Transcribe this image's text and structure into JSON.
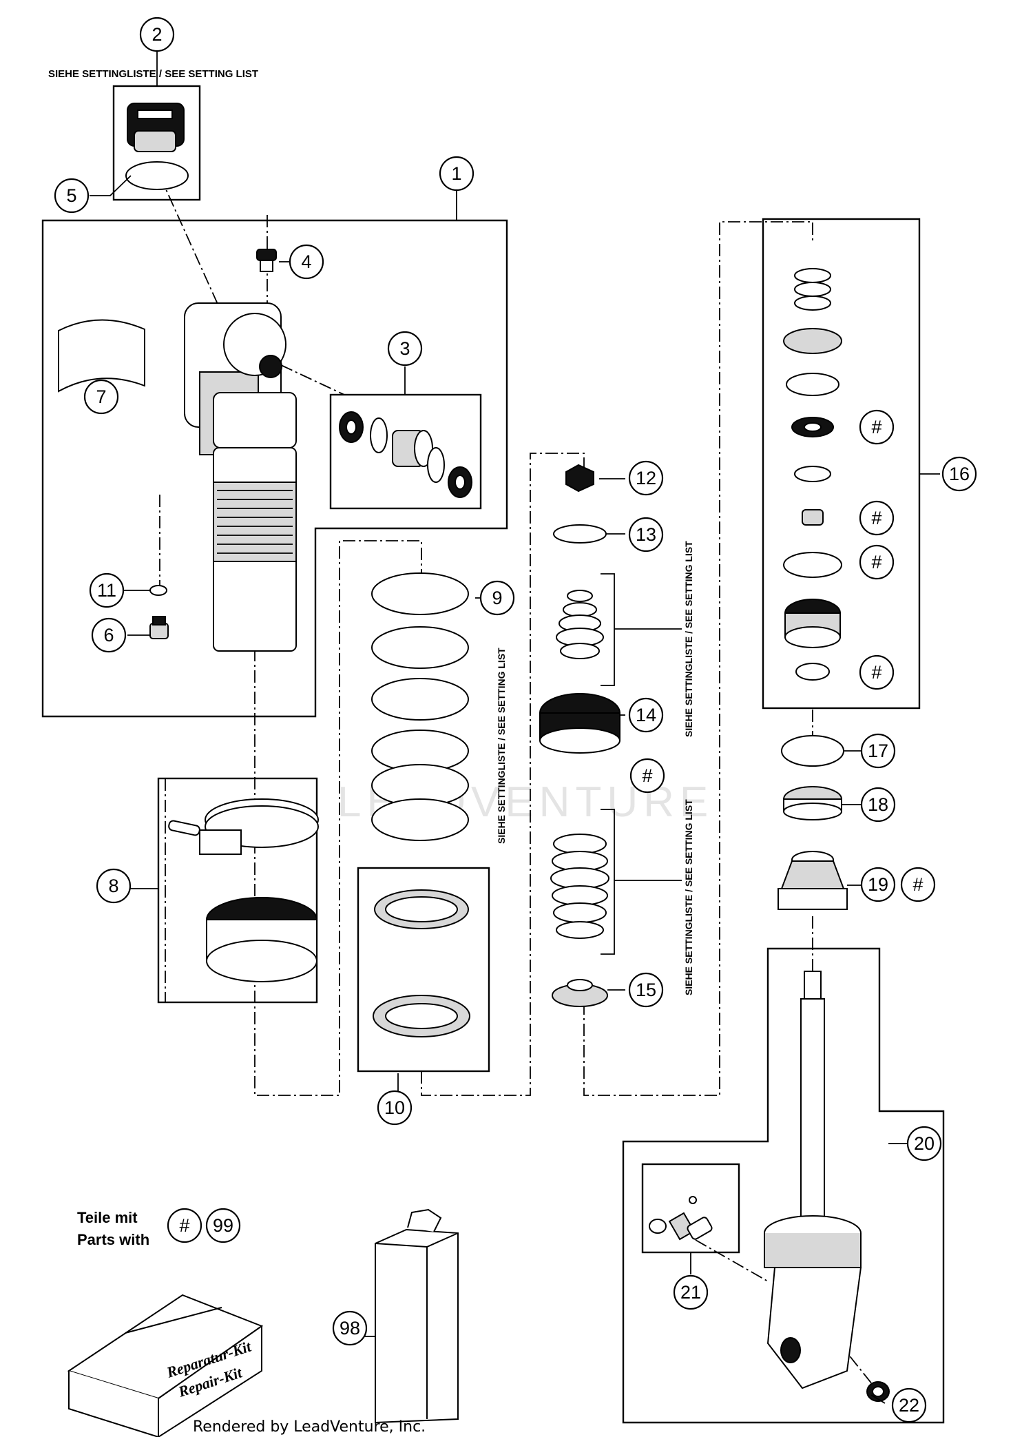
{
  "callouts": {
    "c1": "1",
    "c2": "2",
    "c3": "3",
    "c4": "4",
    "c5": "5",
    "c6": "6",
    "c7": "7",
    "c8": "8",
    "c9": "9",
    "c10": "10",
    "c11": "11",
    "c12": "12",
    "c13": "13",
    "c14": "14",
    "c15": "15",
    "c16": "16",
    "c17": "17",
    "c18": "18",
    "c19": "19",
    "c20": "20",
    "c21": "21",
    "c22": "22",
    "c98": "98",
    "c99": "99",
    "hash": "#"
  },
  "notes": {
    "setting_list_top": "SIEHE SETTINGLISTE / SEE SETTING LIST",
    "setting_list_spring": "SIEHE SETTINGLISTE / SEE SETTING LIST",
    "setting_list_shims_upper": "SIEHE SETTINGLISTE / SEE SETTING LIST",
    "setting_list_shims_lower": "SIEHE SETTINGLISTE / SEE SETTING LIST"
  },
  "legend": {
    "line1": "Teile mit",
    "line2": "Parts with"
  },
  "kit_box": {
    "line1": "Reparatur-Kit",
    "line2": "Repair-Kit"
  },
  "watermark": "LEADVENTURE",
  "footer": "Rendered by LeadVenture, Inc."
}
